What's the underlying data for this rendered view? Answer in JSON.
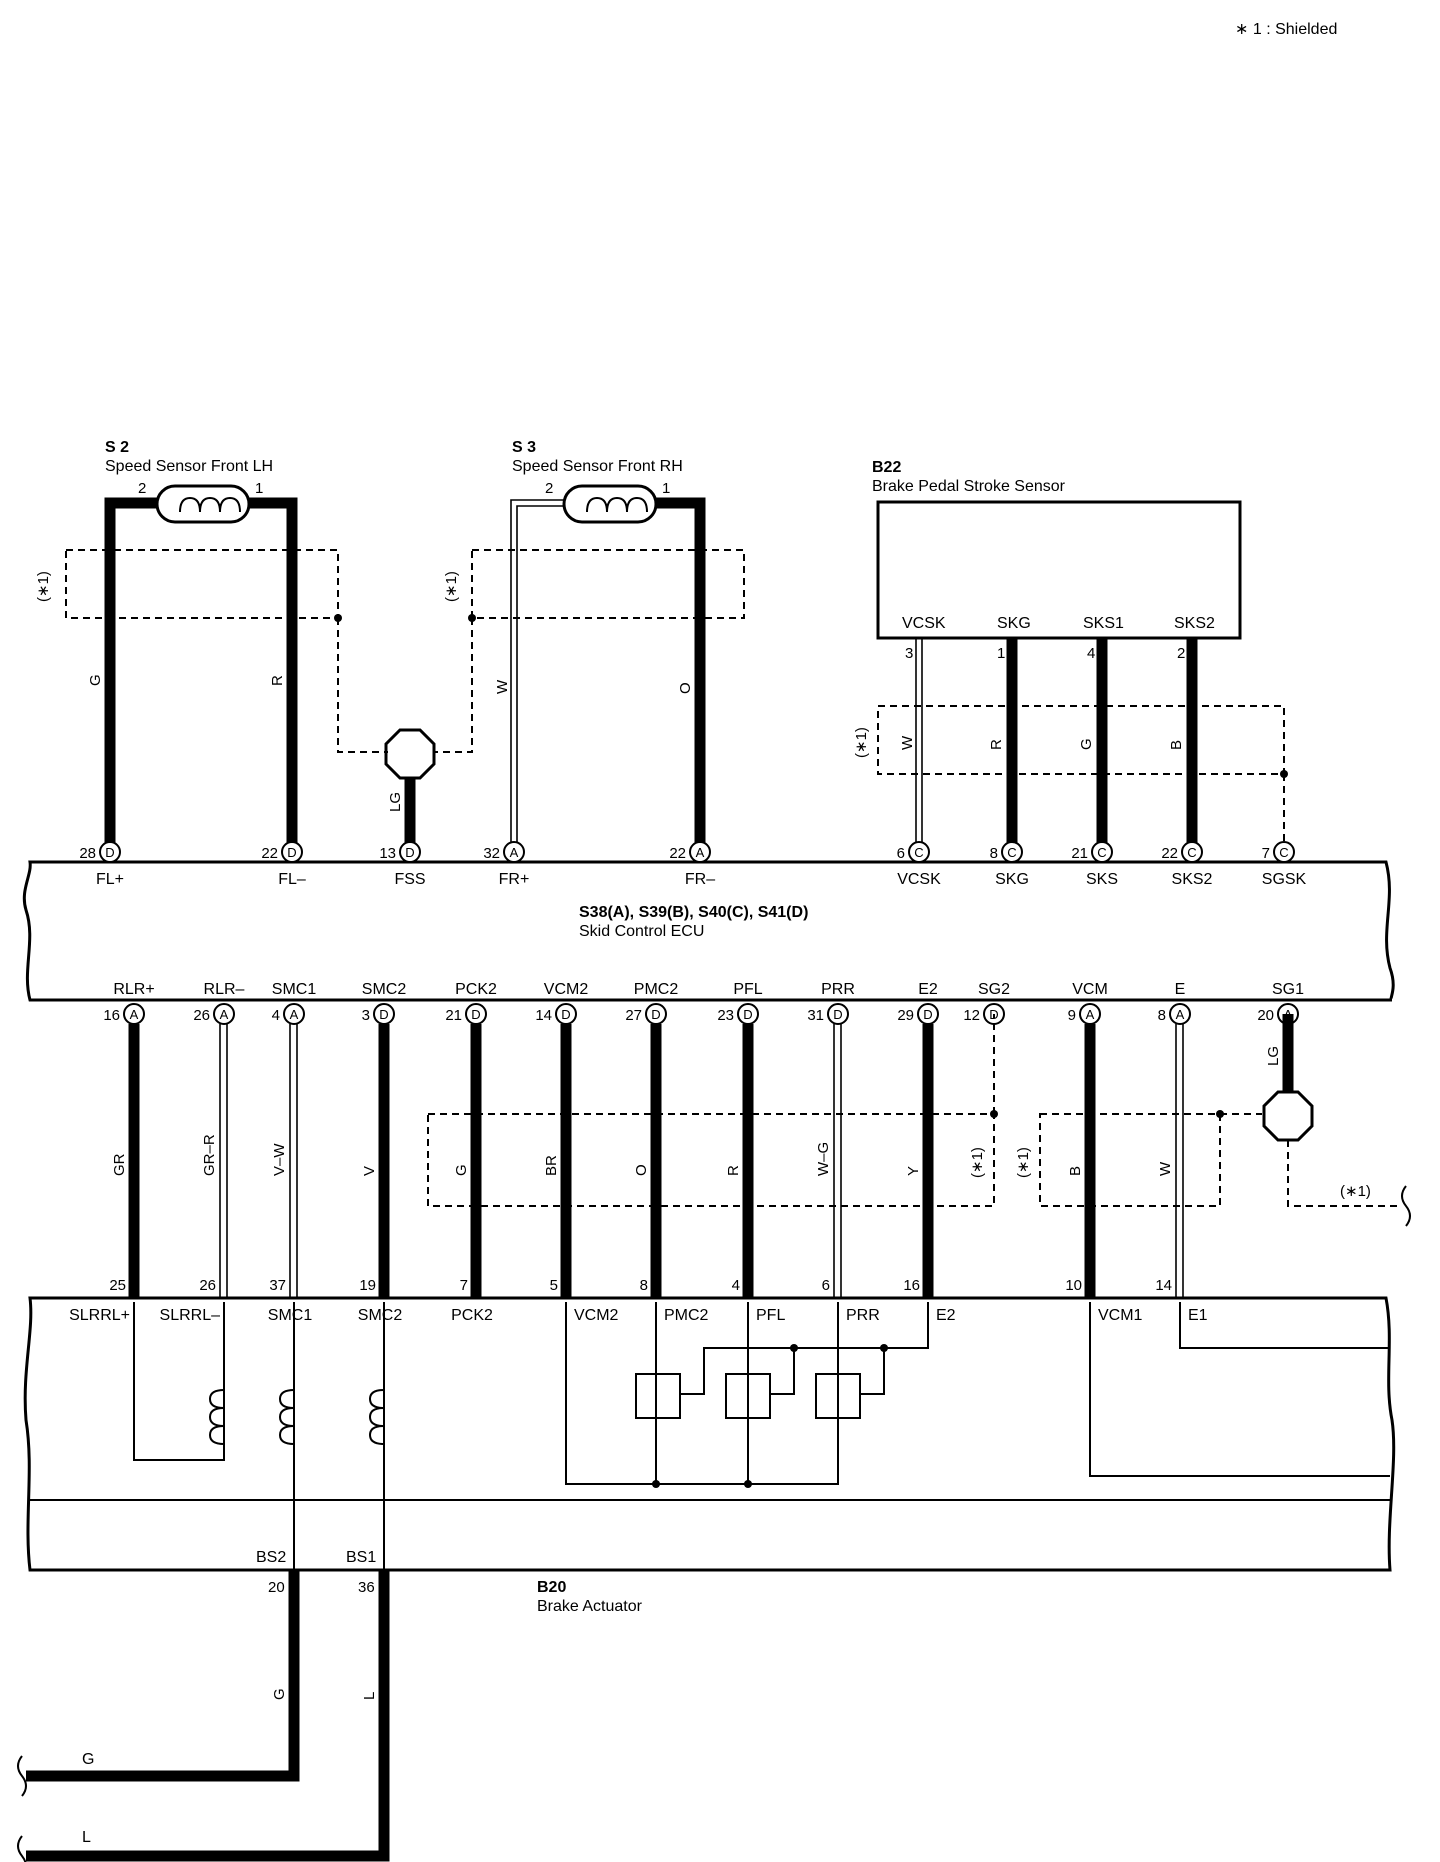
{
  "note": "∗ 1 : Shielded",
  "components": {
    "s2": {
      "id": "S 2",
      "name": "Speed Sensor Front LH",
      "pin_left": "2",
      "pin_right": "1"
    },
    "s3": {
      "id": "S 3",
      "name": "Speed Sensor Front RH",
      "pin_left": "2",
      "pin_right": "1"
    },
    "b22": {
      "id": "B22",
      "name": "Brake Pedal Stroke Sensor",
      "terminals": [
        {
          "name": "VCSK",
          "pin": "3",
          "wire": "W"
        },
        {
          "name": "SKG",
          "pin": "1",
          "wire": "R"
        },
        {
          "name": "SKS1",
          "pin": "4",
          "wire": "G"
        },
        {
          "name": "SKS2",
          "pin": "2",
          "wire": "B"
        }
      ]
    },
    "ecu": {
      "id": "S38(A), S39(B), S40(C), S41(D)",
      "name": "Skid Control ECU"
    },
    "b20": {
      "id": "B20",
      "name": "Brake Actuator"
    }
  },
  "shield_label": "(∗1)",
  "top_wires": {
    "fl_plus": "G",
    "fl_minus": "R",
    "fss": "LG",
    "fr_plus": "W",
    "fr_minus": "O"
  },
  "ecu_top_pins": [
    {
      "pin": "28",
      "conn": "D",
      "label": "FL+"
    },
    {
      "pin": "22",
      "conn": "D",
      "label": "FL–"
    },
    {
      "pin": "13",
      "conn": "D",
      "label": "FSS"
    },
    {
      "pin": "32",
      "conn": "A",
      "label": "FR+"
    },
    {
      "pin": "22",
      "conn": "A",
      "label": "FR–"
    },
    {
      "pin": "6",
      "conn": "C",
      "label": "VCSK"
    },
    {
      "pin": "8",
      "conn": "C",
      "label": "SKG"
    },
    {
      "pin": "21",
      "conn": "C",
      "label": "SKS"
    },
    {
      "pin": "22",
      "conn": "C",
      "label": "SKS2"
    },
    {
      "pin": "7",
      "conn": "C",
      "label": "SGSK"
    }
  ],
  "ecu_bottom_pins": [
    {
      "label": "RLR+",
      "pin": "16",
      "conn": "A",
      "wire": "GR",
      "act_pin": "25",
      "act_label": "SLRRL+"
    },
    {
      "label": "RLR–",
      "pin": "26",
      "conn": "A",
      "wire": "GR–R",
      "act_pin": "26",
      "act_label": "SLRRL–"
    },
    {
      "label": "SMC1",
      "pin": "4",
      "conn": "A",
      "wire": "V–W",
      "act_pin": "37",
      "act_label": "SMC1"
    },
    {
      "label": "SMC2",
      "pin": "3",
      "conn": "D",
      "wire": "V",
      "act_pin": "19",
      "act_label": "SMC2"
    },
    {
      "label": "PCK2",
      "pin": "21",
      "conn": "D",
      "wire": "G",
      "act_pin": "7",
      "act_label": "PCK2"
    },
    {
      "label": "VCM2",
      "pin": "14",
      "conn": "D",
      "wire": "BR",
      "act_pin": "5",
      "act_label": "VCM2"
    },
    {
      "label": "PMC2",
      "pin": "27",
      "conn": "D",
      "wire": "O",
      "act_pin": "8",
      "act_label": "PMC2"
    },
    {
      "label": "PFL",
      "pin": "23",
      "conn": "D",
      "wire": "R",
      "act_pin": "4",
      "act_label": "PFL"
    },
    {
      "label": "PRR",
      "pin": "31",
      "conn": "D",
      "wire": "W–G",
      "act_pin": "6",
      "act_label": "PRR"
    },
    {
      "label": "E2",
      "pin": "29",
      "conn": "D",
      "wire": "Y",
      "act_pin": "16",
      "act_label": "E2"
    },
    {
      "label": "SG2",
      "pin": "12",
      "conn": "D"
    },
    {
      "label": "VCM",
      "pin": "9",
      "conn": "A",
      "wire": "B",
      "act_pin": "10",
      "act_label": "VCM1"
    },
    {
      "label": "E",
      "pin": "8",
      "conn": "A",
      "wire": "W",
      "act_pin": "14",
      "act_label": "E1"
    },
    {
      "label": "SG1",
      "pin": "20",
      "conn": "A",
      "wire": "LG"
    }
  ],
  "actuator_bottom": [
    {
      "label": "BS2",
      "pin": "20",
      "wire": "G",
      "end_label": "G"
    },
    {
      "label": "BS1",
      "pin": "36",
      "wire": "L",
      "end_label": "L"
    }
  ]
}
